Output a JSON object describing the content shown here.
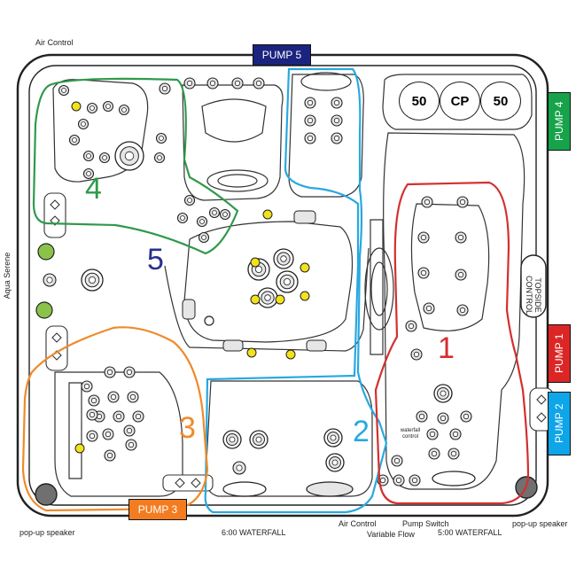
{
  "pumps": {
    "pump5": {
      "label": "PUMP 5",
      "color": "#1a237e"
    },
    "pump4": {
      "label": "PUMP 4",
      "color": "#16a34a"
    },
    "pump1": {
      "label": "PUMP 1",
      "color": "#dc2626"
    },
    "pump2": {
      "label": "PUMP 2",
      "color": "#0ea5e9"
    },
    "pump3": {
      "label": "PUMP 3",
      "color": "#f47c20"
    }
  },
  "zones": {
    "z1": {
      "num": "1",
      "color": "#d32f2f"
    },
    "z2": {
      "num": "2",
      "color": "#29a8df"
    },
    "z3": {
      "num": "3",
      "color": "#ef8a2a"
    },
    "z4": {
      "num": "4",
      "color": "#2e9a4b"
    },
    "z5": {
      "num": "5",
      "color": "#2b2f8f"
    }
  },
  "labels": {
    "air_control_top": "Air Control",
    "aqua_serene": "Aqua Serene",
    "topside_control_line1": "TOPSIDE",
    "topside_control_line2": "CONTROL",
    "waterfall_control_line1": "waterfall",
    "waterfall_control_line2": "control",
    "popup_speaker_left": "pop-up speaker",
    "popup_speaker_right": "pop-up speaker",
    "waterfall_600": "6:00  WATERFALL",
    "waterfall_500": "5:00  WATERFALL",
    "air_control_bottom": "Air Control",
    "variable_flow": "Variable Flow",
    "pump_switch": "Pump Switch"
  },
  "control_buttons": [
    "50",
    "CP",
    "50"
  ],
  "colors": {
    "outline": "#222222",
    "jet_fill": "#e6e6e6",
    "light_yellow": "#f2e21b",
    "aqua_green": "#8bc34a",
    "speaker_gray": "#707070"
  }
}
